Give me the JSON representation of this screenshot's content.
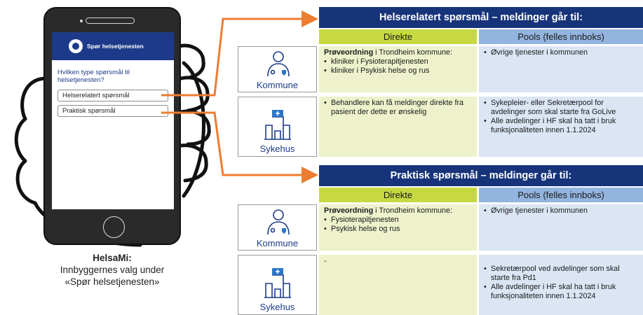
{
  "phone": {
    "app_title": "Spør helsetjenesten",
    "question": "Hvilken type spørsmål til helsetjenesten?",
    "options": [
      "Helserelatert spørsmål",
      "Praktisk spørsmål"
    ]
  },
  "caption": {
    "title": "HelsaMi:",
    "line1": "Innbyggernes valg under",
    "line2": "«Spør helsetjenesten»"
  },
  "sections": [
    {
      "title": "Helserelatert spørsmål – meldinger går til:",
      "col_direct": "Direkte",
      "col_pools": "Pools (felles innboks)",
      "rows": [
        {
          "label": "Kommune",
          "icon": "health-worker-icon",
          "direct_lead_bold": "Prøveordning",
          "direct_lead_rest": " i Trondheim kommune:",
          "direct_items": [
            "kliniker i Fysioterapitjenesten",
            "kliniker i Psykisk helse og rus"
          ],
          "pool_items": [
            "Øvrige tjenester i kommunen"
          ]
        },
        {
          "label": "Sykehus",
          "icon": "hospital-icon",
          "direct_items": [
            "Behandlere kan få meldinger direkte fra pasient der dette er ønskelig"
          ],
          "pool_items": [
            "Sykepleier- eller Sekretærpool for avdelinger som skal starte fra GoLive",
            "Alle avdelinger i HF skal ha tatt i bruk funksjonaliteten innen 1.1.2024"
          ]
        }
      ]
    },
    {
      "title": "Praktisk spørsmål – meldinger går til:",
      "col_direct": "Direkte",
      "col_pools": "Pools (felles innboks)",
      "rows": [
        {
          "label": "Kommune",
          "icon": "health-worker-icon",
          "direct_lead_bold": "Prøveordning",
          "direct_lead_rest": " i Trondheim kommune:",
          "direct_items": [
            "Fysioterapitjenesten",
            "Psykisk helse og rus"
          ],
          "pool_items": [
            "Øvrige tjenester i kommunen"
          ]
        },
        {
          "label": "Sykehus",
          "icon": "hospital-icon",
          "direct_text": "-",
          "pool_items": [
            "Sekretærpool ved avdelinger som skal starte fra Pd1",
            "Alle avdelinger i HF skal ha tatt i bruk funksjonaliteten innen 1.1.2024"
          ]
        }
      ]
    }
  ],
  "colors": {
    "header_navy": "#17347a",
    "direct_header": "#c6d941",
    "pool_header": "#93b4de",
    "direct_cell": "#eef2cc",
    "pool_cell": "#dbe5f4",
    "arrow_orange": "#ed7d31",
    "label_blue": "#1d3a8a"
  }
}
